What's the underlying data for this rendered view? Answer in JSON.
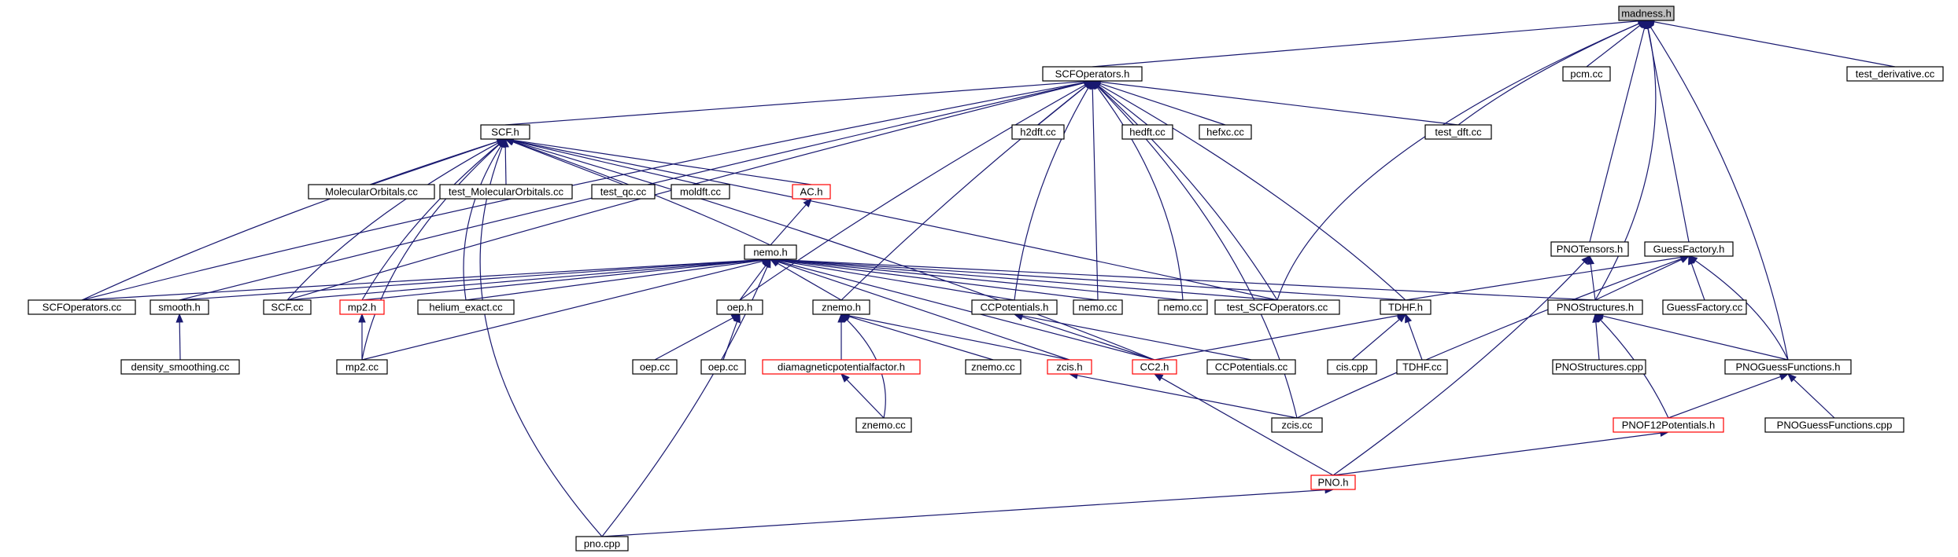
{
  "colors": {
    "edge": "#191970",
    "normal_border": "#000000",
    "truncated_border": "#ff0000",
    "root_fill": "#bfbfbf",
    "node_fill": "#ffffff"
  },
  "nodes": {
    "madness": {
      "label": "madness.h",
      "kind": "root"
    },
    "scfops_h": {
      "label": "SCFOperators.h",
      "kind": "normal"
    },
    "pcm": {
      "label": "pcm.cc",
      "kind": "normal"
    },
    "test_deriv": {
      "label": "test_derivative.cc",
      "kind": "normal"
    },
    "scf_h": {
      "label": "SCF.h",
      "kind": "normal"
    },
    "h2dft": {
      "label": "h2dft.cc",
      "kind": "normal"
    },
    "hedft": {
      "label": "hedft.cc",
      "kind": "normal"
    },
    "hefxc": {
      "label": "hefxc.cc",
      "kind": "normal"
    },
    "test_dft": {
      "label": "test_dft.cc",
      "kind": "normal"
    },
    "molorb": {
      "label": "MolecularOrbitals.cc",
      "kind": "normal"
    },
    "test_molorb": {
      "label": "test_MolecularOrbitals.cc",
      "kind": "normal"
    },
    "test_qc": {
      "label": "test_qc.cc",
      "kind": "normal"
    },
    "moldft": {
      "label": "moldft.cc",
      "kind": "normal"
    },
    "ac_h": {
      "label": "AC.h",
      "kind": "truncated"
    },
    "nemo_h": {
      "label": "nemo.h",
      "kind": "normal"
    },
    "pnotensors": {
      "label": "PNOTensors.h",
      "kind": "normal"
    },
    "guessfac_h": {
      "label": "GuessFactory.h",
      "kind": "normal"
    },
    "scfops_cc": {
      "label": "SCFOperators.cc",
      "kind": "normal"
    },
    "smooth_h": {
      "label": "smooth.h",
      "kind": "normal"
    },
    "scf_cc": {
      "label": "SCF.cc",
      "kind": "normal"
    },
    "mp2_h": {
      "label": "mp2.h",
      "kind": "truncated"
    },
    "helium": {
      "label": "helium_exact.cc",
      "kind": "normal"
    },
    "oep_h": {
      "label": "oep.h",
      "kind": "normal"
    },
    "znemo_h": {
      "label": "znemo.h",
      "kind": "normal"
    },
    "ccpot_h": {
      "label": "CCPotentials.h",
      "kind": "normal"
    },
    "nemo_cc1": {
      "label": "nemo.cc",
      "kind": "normal"
    },
    "nemo_cc2": {
      "label": "nemo.cc",
      "kind": "normal"
    },
    "test_scfops": {
      "label": "test_SCFOperators.cc",
      "kind": "normal"
    },
    "tdhf_h": {
      "label": "TDHF.h",
      "kind": "normal"
    },
    "pnostruct_h": {
      "label": "PNOStructures.h",
      "kind": "normal"
    },
    "guessfac_cc": {
      "label": "GuessFactory.cc",
      "kind": "normal"
    },
    "densmooth": {
      "label": "density_smoothing.cc",
      "kind": "normal"
    },
    "mp2_cc": {
      "label": "mp2.cc",
      "kind": "normal"
    },
    "oep_cc1": {
      "label": "oep.cc",
      "kind": "normal"
    },
    "oep_cc2": {
      "label": "oep.cc",
      "kind": "normal"
    },
    "diamag": {
      "label": "diamagneticpotentialfactor.h",
      "kind": "truncated"
    },
    "znemo_cc1": {
      "label": "znemo.cc",
      "kind": "normal"
    },
    "zcis_h": {
      "label": "zcis.h",
      "kind": "truncated"
    },
    "cc2_h": {
      "label": "CC2.h",
      "kind": "truncated"
    },
    "ccpot_cc": {
      "label": "CCPotentials.cc",
      "kind": "normal"
    },
    "cis_cpp": {
      "label": "cis.cpp",
      "kind": "normal"
    },
    "tdhf_cc": {
      "label": "TDHF.cc",
      "kind": "normal"
    },
    "pnostruct_cpp": {
      "label": "PNOStructures.cpp",
      "kind": "normal"
    },
    "pnoguess_h": {
      "label": "PNOGuessFunctions.h",
      "kind": "normal"
    },
    "znemo_cc2": {
      "label": "znemo.cc",
      "kind": "normal"
    },
    "zcis_cc": {
      "label": "zcis.cc",
      "kind": "normal"
    },
    "pnof12": {
      "label": "PNOF12Potentials.h",
      "kind": "truncated"
    },
    "pnoguess_cpp": {
      "label": "PNOGuessFunctions.cpp",
      "kind": "normal"
    },
    "pno_h": {
      "label": "PNO.h",
      "kind": "truncated"
    },
    "pno_cpp": {
      "label": "pno.cpp",
      "kind": "normal"
    }
  }
}
